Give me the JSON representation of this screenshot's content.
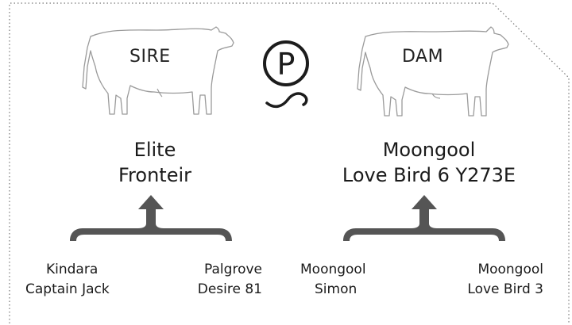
{
  "sire": {
    "label": "SIRE",
    "name_line1": "Elite",
    "name_line2": "Fronteir",
    "parents": [
      {
        "line1": "Kindara",
        "line2": "Captain Jack"
      },
      {
        "line1": "Palgrove",
        "line2": "Desire 81"
      }
    ]
  },
  "dam": {
    "label": "DAM",
    "name_line1": "Moongool",
    "name_line2": "Love Bird 6 Y273E",
    "parents": [
      {
        "line1": "Moongool",
        "line2": "Simon"
      },
      {
        "line1": "Moongool",
        "line2": "Love Bird 3"
      }
    ]
  },
  "polled_badge": {
    "letter": "P",
    "icon": "polled-icon"
  },
  "colors": {
    "arrow": "#555555",
    "outline": "#9a9a9a",
    "text": "#1f1f1f"
  }
}
